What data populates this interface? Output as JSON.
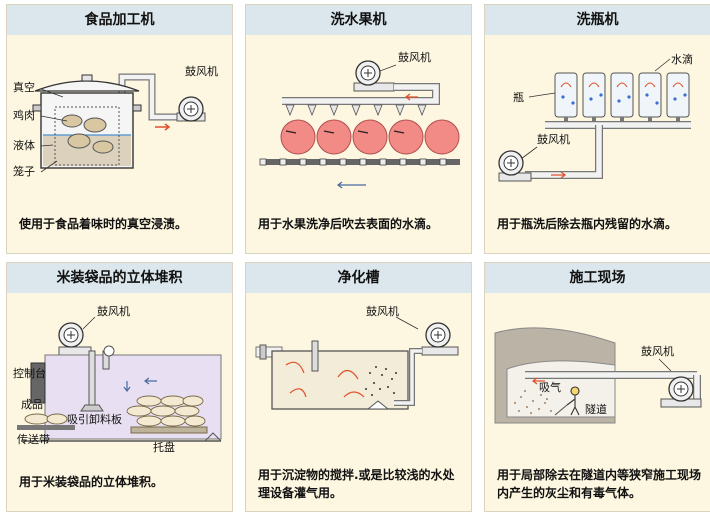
{
  "cards": [
    {
      "title": "食品加工机",
      "desc": "使用于食品着味时的真空浸渍。",
      "labels": {
        "blower": "鼓风机",
        "vacuum": "真空",
        "chicken": "鸡肉",
        "liquid": "液体",
        "cage": "笼子"
      }
    },
    {
      "title": "洗水果机",
      "desc": "用于水果洗净后吹去表面的水滴。",
      "labels": {
        "blower": "鼓风机"
      }
    },
    {
      "title": "洗瓶机",
      "desc": "用于瓶洗后除去瓶内残留的水滴。",
      "labels": {
        "droplet": "水滴",
        "bottle": "瓶",
        "blower": "鼓风机"
      }
    },
    {
      "title": "米装袋品的立体堆积",
      "desc": "用于米装袋品的立体堆积。",
      "labels": {
        "blower": "鼓风机",
        "control_panel": "控制台",
        "product": "成品",
        "suction": "吸引卸料板",
        "conveyor": "传送带",
        "pallet": "托盘"
      }
    },
    {
      "title": "净化槽",
      "desc": "用于沉淀物的搅拌.或是比较浅的水处理设备灌气用。",
      "labels": {
        "blower": "鼓风机"
      }
    },
    {
      "title": "施工现场",
      "desc": "用于局部除去在隧道内等狭窄施工现场内产生的灰尘和有毒气体。",
      "labels": {
        "blower": "鼓风机",
        "intake": "吸气",
        "tunnel": "隧道"
      }
    }
  ],
  "colors": {
    "card_bg": "#fdf6e0",
    "header_bg": "#dbe7ec",
    "arrow_red": "#e0502a",
    "pipe": "#f2f2f2",
    "fruit": "#f28a86",
    "tank_fill": "#dcd1bd",
    "pallet_fill": "#e8e0f2"
  },
  "icons": [
    "blower-icon",
    "fruit-icon",
    "bottle-icon",
    "sack-icon",
    "worker-icon"
  ]
}
